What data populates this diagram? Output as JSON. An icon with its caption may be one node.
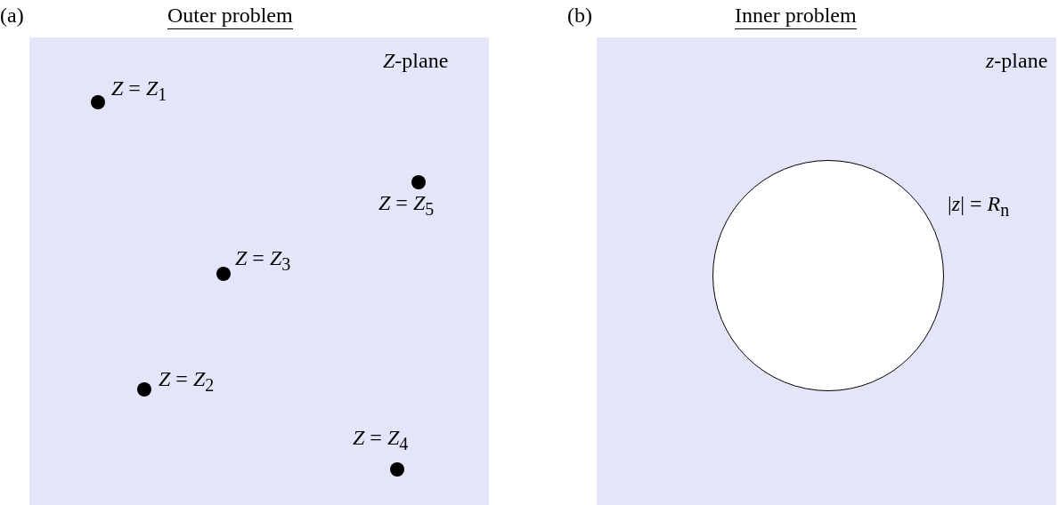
{
  "diagram": {
    "nodes": [
      {
        "text": [
          "Outer problem",
          "*Z*-plane"
        ],
        "beside": [
          "(a)"
        ]
      },
      {
        "text": [],
        "shape": "circle",
        "in": 0,
        "beside": [
          "*Z* = *Z*$_{1}$"
        ]
      },
      {
        "text": [],
        "shape": "circle",
        "in": 0,
        "beside": [
          "*Z* = *Z*$_{5}$"
        ]
      },
      {
        "text": [],
        "shape": "circle",
        "in": 0,
        "beside": [
          "*Z* = *Z*$_{3}$"
        ]
      },
      {
        "text": [],
        "shape": "circle",
        "in": 0,
        "beside": [
          "*Z* = *Z*$_{2}$"
        ]
      },
      {
        "text": [],
        "shape": "circle",
        "in": 0,
        "beside": [
          "*Z* = *Z*$_{4}$"
        ]
      },
      {
        "text": [
          "Inner problem",
          "*z*-plane"
        ],
        "beside": [
          "(b)"
        ]
      },
      {
        "text": [],
        "shape": "circle",
        "in": 6,
        "beside": [
          "|*z*| = *R*$_{n}$"
        ]
      }
    ],
    "edges": []
  }
}
